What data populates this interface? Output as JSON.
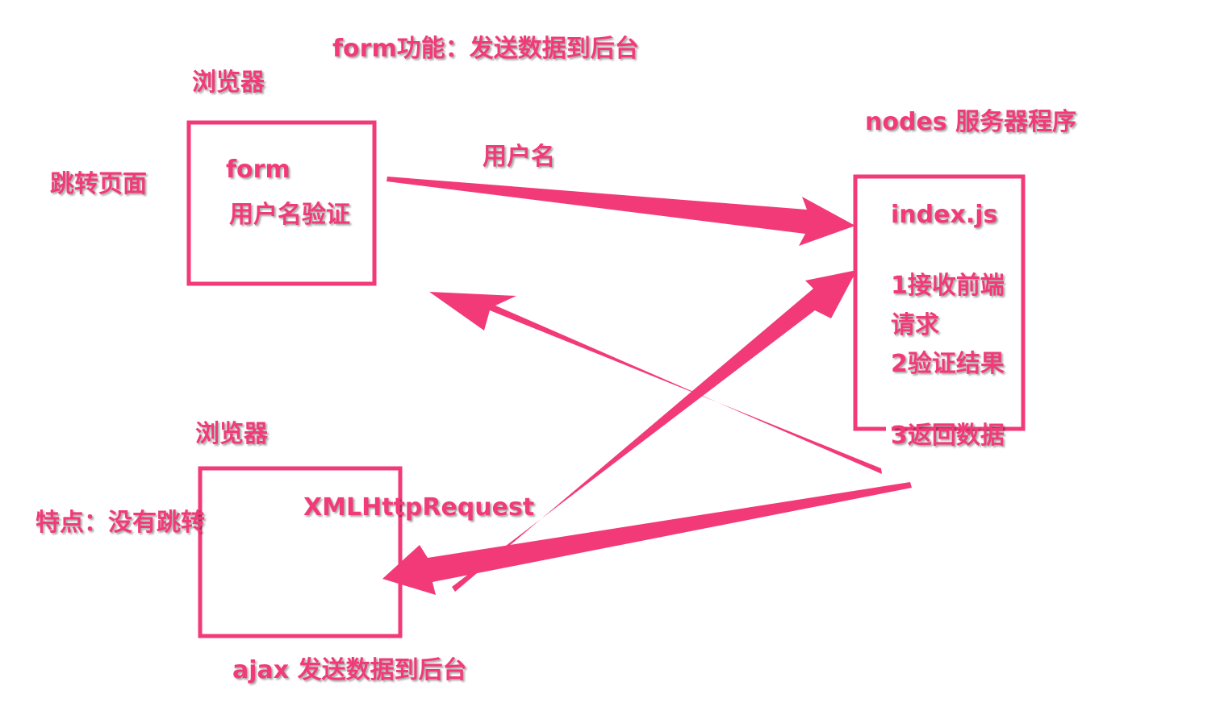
{
  "colors": {
    "accent": "#f23a78"
  },
  "labels": {
    "form_feature": "form功能：发送数据到后台",
    "browser_top": "浏览器",
    "server_title": "nodes 服务器程序",
    "jump_page": "跳转页面",
    "form": "form",
    "username_validate": "用户名验证",
    "username": "用户名",
    "index_js": "index.js",
    "step1_a": "1接收前端",
    "step1_b": "请求",
    "step2": "2验证结果",
    "step3": "3返回数据",
    "browser_bottom": "浏览器",
    "feature_no_jump": "特点：没有跳转",
    "xhr": "XMLHttpRequest",
    "ajax_send": "ajax 发送数据到后台"
  }
}
